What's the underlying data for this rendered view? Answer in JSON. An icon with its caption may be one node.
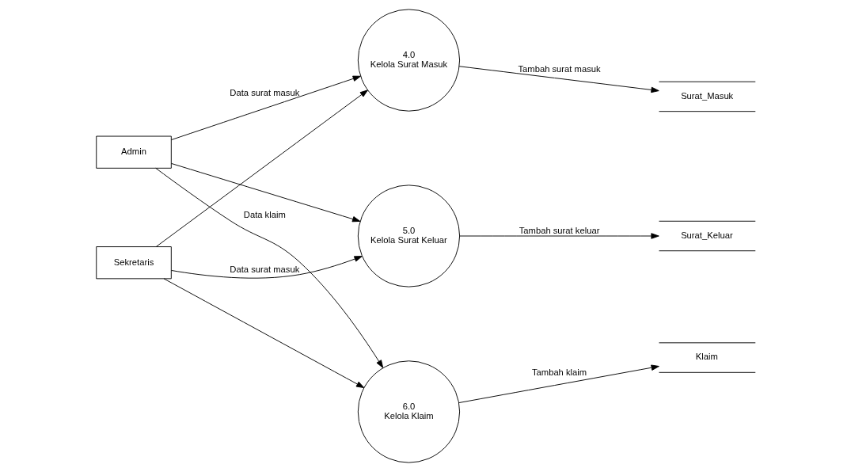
{
  "diagram": {
    "nodes": [
      {
        "text": [
          "Admin"
        ]
      },
      {
        "text": [
          "Sekretaris"
        ]
      },
      {
        "text": [
          "4.0",
          "Kelola Surat Masuk"
        ]
      },
      {
        "text": [
          "5.0",
          "Kelola Surat Keluar"
        ]
      },
      {
        "text": [
          "6.0",
          "Kelola Klaim"
        ]
      },
      {
        "text": [
          "Surat_Masuk"
        ]
      },
      {
        "text": [
          "Surat_Keluar"
        ]
      },
      {
        "text": [
          "Klaim"
        ]
      }
    ],
    "edges": [
      {
        "from": 0,
        "to": 2,
        "arrow": "to",
        "label": "Data surat masuk"
      },
      {
        "from": 1,
        "to": 2,
        "arrow": "to"
      },
      {
        "from": 0,
        "to": 3,
        "arrow": "to"
      },
      {
        "from": 1,
        "to": 3,
        "arrow": "to",
        "label": "Data surat masuk"
      },
      {
        "from": 0,
        "to": 4,
        "arrow": "to",
        "label": "Data klaim"
      },
      {
        "from": 1,
        "to": 4,
        "arrow": "to"
      },
      {
        "from": 2,
        "to": 5,
        "arrow": "to",
        "label": "Tambah surat masuk"
      },
      {
        "from": 3,
        "to": 6,
        "arrow": "to",
        "label": "Tambah surat keluar"
      },
      {
        "from": 4,
        "to": 7,
        "arrow": "to",
        "label": "Tambah klaim"
      }
    ]
  }
}
